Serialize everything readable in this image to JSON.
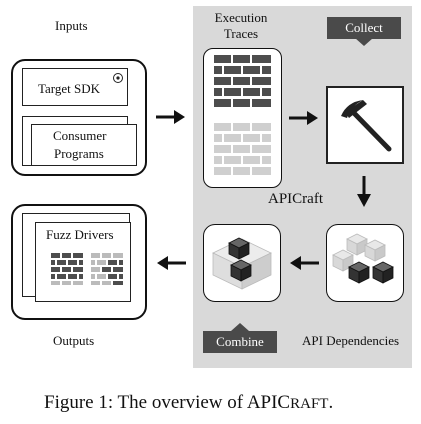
{
  "labels": {
    "inputs": "Inputs",
    "outputs": "Outputs",
    "execution_traces_1": "Execution",
    "execution_traces_2": "Traces",
    "collect": "Collect",
    "combine": "Combine",
    "apicraft": "APICraft",
    "api_dependencies": "API Dependencies"
  },
  "inputs_box": {
    "target_sdk": "Target SDK",
    "consumer_programs_1": "Consumer",
    "consumer_programs_2": "Programs"
  },
  "outputs_box": {
    "fuzz_drivers": "Fuzz Drivers"
  },
  "caption": {
    "prefix": "Figure 1: The overview of ",
    "name_api": "APIC",
    "name_rest": "RAFT",
    "suffix": "."
  },
  "icons": [
    "pickaxe-icon",
    "cubes-icon",
    "combined-cube-icon",
    "brick-wall-icon",
    "gear-icon"
  ],
  "colors": {
    "panel": "#d9d9d9",
    "tag": "#4a4a4a",
    "dark_brick": "#4d4d4d",
    "light_brick": "#cfcfcf"
  }
}
